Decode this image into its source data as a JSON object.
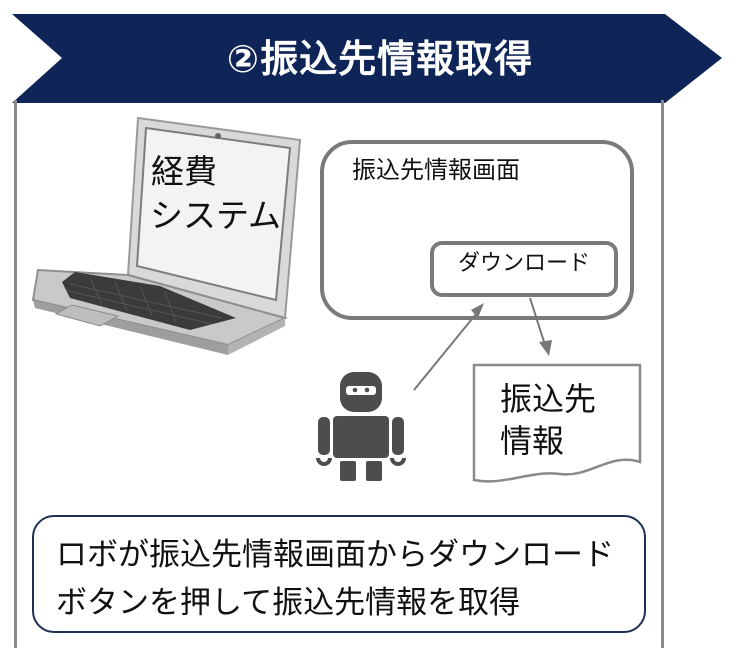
{
  "header": {
    "title": "②振込先情報取得",
    "color": "#0f2557"
  },
  "laptop": {
    "screen_line1": "経費",
    "screen_line2": "システム"
  },
  "screen_panel": {
    "title": "振込先情報画面",
    "button_label": "ダウンロード"
  },
  "document": {
    "line1": "振込先",
    "line2": "情報"
  },
  "caption": {
    "line1": "ロボが振込先情報画面からダウンロード",
    "line2": "ボタンを押して振込先情報を取得"
  }
}
